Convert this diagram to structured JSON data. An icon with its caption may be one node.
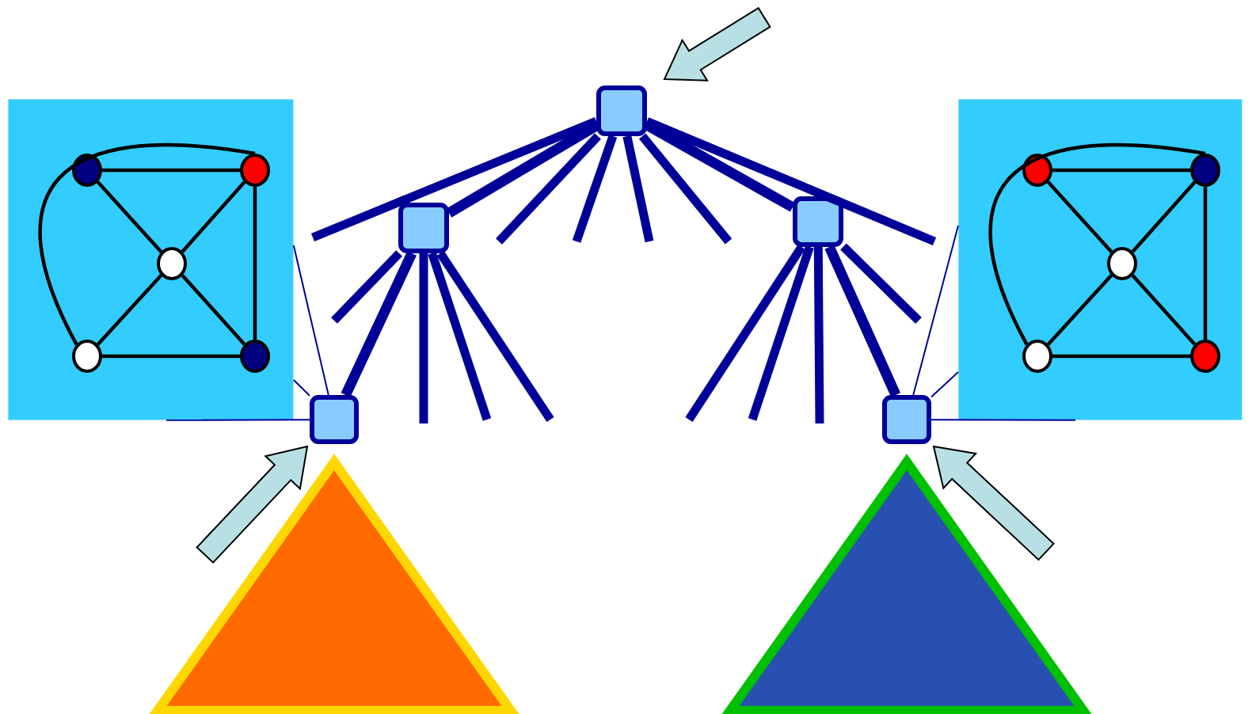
{
  "diagram": {
    "nodes": [
      {
        "text": [],
        "shape": "box"
      },
      {
        "text": [],
        "shape": "box"
      },
      {
        "text": [],
        "shape": "box"
      },
      {
        "text": [],
        "shape": "box"
      },
      {
        "text": [],
        "shape": "box"
      },
      {
        "text": [],
        "shape": "triangle"
      },
      {
        "text": [],
        "shape": "triangle"
      },
      {
        "text": [],
        "shape": "box"
      },
      {
        "text": [],
        "shape": "circle",
        "in": 7
      },
      {
        "text": [],
        "shape": "circle",
        "in": 7
      },
      {
        "text": [],
        "shape": "circle",
        "in": 7
      },
      {
        "text": [],
        "shape": "circle",
        "in": 7
      },
      {
        "text": [],
        "shape": "circle",
        "in": 7
      },
      {
        "text": [],
        "shape": "box"
      },
      {
        "text": [],
        "shape": "circle",
        "in": 13
      },
      {
        "text": [],
        "shape": "circle",
        "in": 13
      },
      {
        "text": [],
        "shape": "circle",
        "in": 13
      },
      {
        "text": [],
        "shape": "circle",
        "in": 13
      },
      {
        "text": [],
        "shape": "circle",
        "in": 13
      }
    ],
    "edges": [
      {
        "from": 0,
        "to": 1,
        "arrow": "none",
        "style": "thick"
      },
      {
        "from": 0,
        "to": 2,
        "arrow": "none",
        "style": "thick"
      },
      {
        "from": 1,
        "to": 3,
        "arrow": "none",
        "style": "thick"
      },
      {
        "from": 2,
        "to": 4,
        "arrow": "none",
        "style": "thick"
      },
      {
        "from": 0,
        "to": null,
        "arrow": "none",
        "style": "thick"
      },
      {
        "from": 0,
        "to": null,
        "arrow": "none",
        "style": "thick"
      },
      {
        "from": 0,
        "to": null,
        "arrow": "none",
        "style": "thick"
      },
      {
        "from": 0,
        "to": null,
        "arrow": "none",
        "style": "thick"
      },
      {
        "from": 0,
        "to": null,
        "arrow": "none",
        "style": "thick"
      },
      {
        "from": 0,
        "to": null,
        "arrow": "none",
        "style": "thick"
      },
      {
        "from": 1,
        "to": null,
        "arrow": "none",
        "style": "thick"
      },
      {
        "from": 1,
        "to": null,
        "arrow": "none",
        "style": "thick"
      },
      {
        "from": 1,
        "to": null,
        "arrow": "none",
        "style": "thick"
      },
      {
        "from": 1,
        "to": null,
        "arrow": "none",
        "style": "thick"
      },
      {
        "from": 2,
        "to": null,
        "arrow": "none",
        "style": "thick"
      },
      {
        "from": 2,
        "to": null,
        "arrow": "none",
        "style": "thick"
      },
      {
        "from": 2,
        "to": null,
        "arrow": "none",
        "style": "thick"
      },
      {
        "from": 2,
        "to": null,
        "arrow": "none",
        "style": "thick"
      },
      {
        "from": 3,
        "to": 7,
        "arrow": "none"
      },
      {
        "from": 3,
        "to": 7,
        "arrow": "none"
      },
      {
        "from": 3,
        "to": 7,
        "arrow": "none"
      },
      {
        "from": 4,
        "to": 13,
        "arrow": "none"
      },
      {
        "from": 4,
        "to": 13,
        "arrow": "none"
      },
      {
        "from": 4,
        "to": 13,
        "arrow": "none"
      },
      {
        "from": 8,
        "to": 9,
        "arrow": "none",
        "color": "#000000"
      },
      {
        "from": 8,
        "to": 10,
        "arrow": "none",
        "color": "#000000"
      },
      {
        "from": 9,
        "to": 10,
        "arrow": "none",
        "color": "#000000"
      },
      {
        "from": 9,
        "to": 12,
        "arrow": "none",
        "color": "#000000"
      },
      {
        "from": 10,
        "to": 11,
        "arrow": "none",
        "color": "#000000"
      },
      {
        "from": 10,
        "to": 12,
        "arrow": "none",
        "color": "#000000"
      },
      {
        "from": 11,
        "to": 12,
        "arrow": "none",
        "color": "#000000"
      },
      {
        "from": 9,
        "to": 11,
        "arrow": "none",
        "color": "#000000"
      },
      {
        "from": 14,
        "to": 15,
        "arrow": "none",
        "color": "#000000"
      },
      {
        "from": 14,
        "to": 16,
        "arrow": "none",
        "color": "#000000"
      },
      {
        "from": 15,
        "to": 16,
        "arrow": "none",
        "color": "#000000"
      },
      {
        "from": 15,
        "to": 18,
        "arrow": "none",
        "color": "#000000"
      },
      {
        "from": 16,
        "to": 17,
        "arrow": "none",
        "color": "#000000"
      },
      {
        "from": 16,
        "to": 18,
        "arrow": "none",
        "color": "#000000"
      },
      {
        "from": 17,
        "to": 18,
        "arrow": "none",
        "color": "#000000"
      },
      {
        "from": 15,
        "to": 17,
        "arrow": "none",
        "color": "#000000"
      },
      {
        "from": null,
        "to": 0,
        "arrow": "to"
      },
      {
        "from": null,
        "to": 3,
        "arrow": "to"
      },
      {
        "from": null,
        "to": 4,
        "arrow": "to"
      }
    ]
  }
}
